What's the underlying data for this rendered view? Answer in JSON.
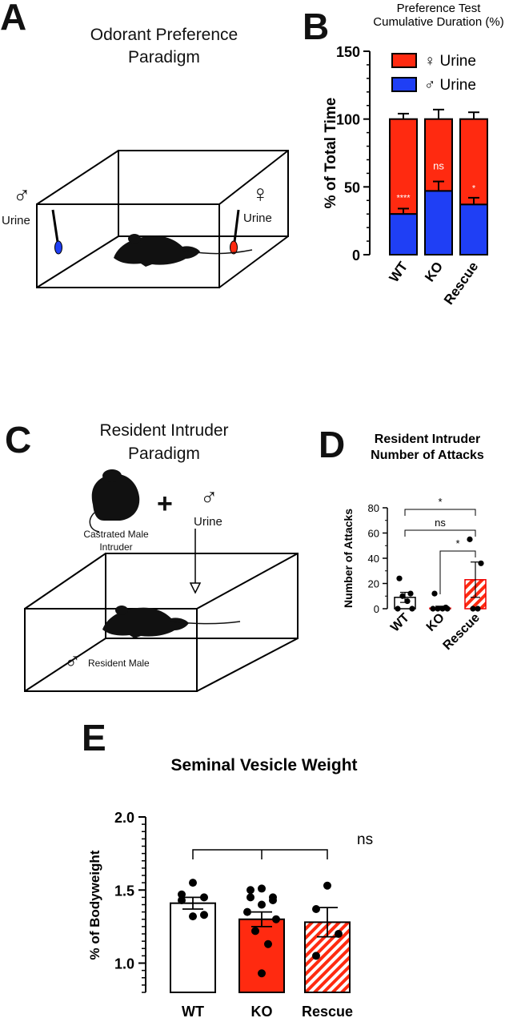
{
  "panels": {
    "a": {
      "letter": "A",
      "title_line1": "Odorant Preference",
      "title_line2": "Paradigm",
      "left_symbol": "♂",
      "left_label": "Urine",
      "right_symbol": "♀",
      "right_label": "Urine"
    },
    "c": {
      "letter": "C",
      "title_line1": "Resident Intruder",
      "title_line2": "Paradigm",
      "plus": "+",
      "urine_symbol": "♂",
      "urine_label": "Urine",
      "intruder_line1": "Castrated Male",
      "intruder_line2": "Intruder",
      "resident_symbol": "♂",
      "resident_label": "Resident Male"
    },
    "b": {
      "letter": "B"
    },
    "d": {
      "letter": "D"
    },
    "e": {
      "letter": "E"
    }
  },
  "chart_data": [
    {
      "id": "B",
      "type": "bar",
      "stacked": true,
      "title": "Preference Test\nCumulative Duration (%)",
      "ylabel": "% of Total Time",
      "ylim": [
        0,
        150
      ],
      "yticks": [
        0,
        50,
        100,
        150
      ],
      "categories": [
        "WT",
        "KO",
        "Rescue"
      ],
      "series": [
        {
          "name": "♂ Urine",
          "color": "#1f3ff5",
          "values": [
            30,
            47,
            37
          ],
          "errors": [
            4,
            7,
            5
          ]
        },
        {
          "name": "♀ Urine",
          "color": "#ff2a10",
          "values": [
            70,
            53,
            63
          ],
          "errors": [
            4,
            7,
            5
          ]
        }
      ],
      "annotations": [
        "****",
        "ns",
        "*"
      ],
      "legend": "top"
    },
    {
      "id": "D",
      "type": "bar",
      "title": "Resident Intruder\nNumber of Attacks",
      "ylabel": "Number of Attacks",
      "ylim": [
        0,
        80
      ],
      "yticks": [
        0,
        20,
        40,
        60,
        80
      ],
      "categories": [
        "WT",
        "KO",
        "Rescue"
      ],
      "values": [
        9,
        0.5,
        23
      ],
      "errors": [
        4,
        1.5,
        14
      ],
      "points": [
        [
          24,
          12,
          10,
          6,
          0,
          0
        ],
        [
          12,
          1,
          0,
          0,
          0,
          0
        ],
        [
          55,
          36,
          0,
          0
        ]
      ],
      "fills": [
        "white",
        "solid-red",
        "hatched-red"
      ],
      "comparisons": [
        {
          "from": "WT",
          "to": "Rescue",
          "label": "*"
        },
        {
          "from": "WT",
          "to": "Rescue",
          "label": "ns"
        },
        {
          "from": "KO",
          "to": "Rescue",
          "label": "*"
        }
      ]
    },
    {
      "id": "E",
      "type": "bar",
      "title": "Seminal Vesicle Weight",
      "ylabel": "% of Bodyweight",
      "ylim": [
        0.8,
        2.0
      ],
      "yticks": [
        1.0,
        1.5,
        2.0
      ],
      "categories": [
        "WT",
        "KO",
        "Rescue"
      ],
      "values": [
        1.41,
        1.3,
        1.28
      ],
      "errors": [
        0.04,
        0.05,
        0.1
      ],
      "points": [
        [
          1.55,
          1.47,
          1.45,
          1.43,
          1.33,
          1.32
        ],
        [
          1.51,
          1.5,
          1.45,
          1.45,
          1.43,
          1.4,
          1.35,
          1.3,
          1.22,
          1.13,
          0.93
        ],
        [
          1.53,
          1.37,
          1.2,
          1.05
        ]
      ],
      "fills": [
        "white",
        "solid-red",
        "hatched-red"
      ],
      "comparisons": [
        {
          "groups": [
            "WT",
            "KO",
            "Rescue"
          ],
          "label": "ns"
        }
      ]
    }
  ]
}
